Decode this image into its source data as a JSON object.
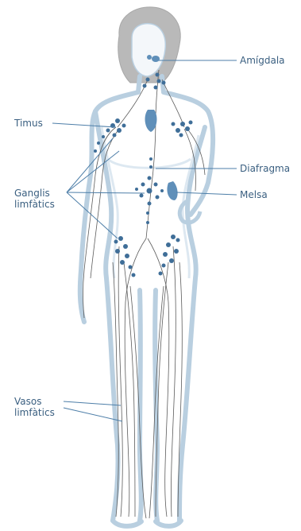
{
  "labels": {
    "amigdala": "Amígdala",
    "timus": "Timus",
    "diafragma": "Diafragma",
    "melsa": "Melsa",
    "ganglis": [
      "Ganglis",
      "limfàtics"
    ],
    "vasos": [
      "Vasos",
      "limfàtics"
    ]
  },
  "colors": {
    "label_text": "#3a5f80",
    "leader_line": "#4d7ea8",
    "body_outline": "#b9cfe0",
    "hair": "#b8b8b8",
    "node": "#3f6e98",
    "vessel": "#5b5b5b",
    "organ": "#5f8fb9"
  }
}
